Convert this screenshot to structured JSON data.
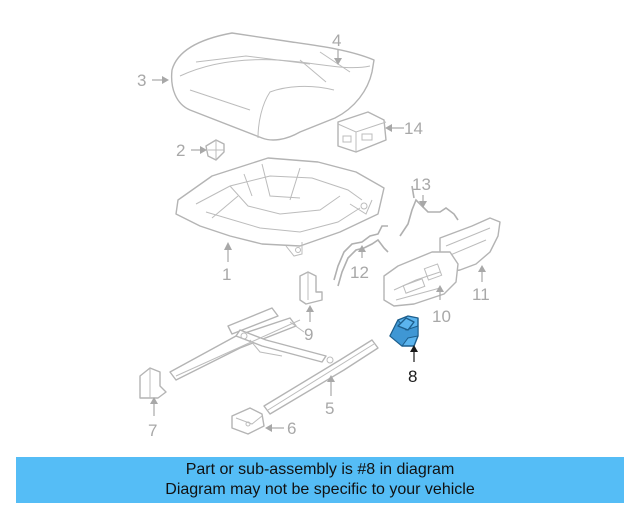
{
  "diagram": {
    "callouts": [
      {
        "id": "1",
        "label": "1"
      },
      {
        "id": "2",
        "label": "2"
      },
      {
        "id": "3",
        "label": "3"
      },
      {
        "id": "4",
        "label": "4"
      },
      {
        "id": "5",
        "label": "5"
      },
      {
        "id": "6",
        "label": "6"
      },
      {
        "id": "7",
        "label": "7"
      },
      {
        "id": "8",
        "label": "8"
      },
      {
        "id": "9",
        "label": "9"
      },
      {
        "id": "10",
        "label": "10"
      },
      {
        "id": "11",
        "label": "11"
      },
      {
        "id": "12",
        "label": "12"
      },
      {
        "id": "13",
        "label": "13"
      },
      {
        "id": "14",
        "label": "14"
      }
    ],
    "highlighted_part": "8",
    "colors": {
      "highlight_fill": "#5bb4ee",
      "highlight_stroke": "#1d5f8d",
      "line_gray": "#b4b4b4",
      "banner_bg": "#55bdf6"
    }
  },
  "banner": {
    "line1": "Part or sub-assembly is #8 in diagram",
    "line2": "Diagram may not be specific to your vehicle"
  }
}
